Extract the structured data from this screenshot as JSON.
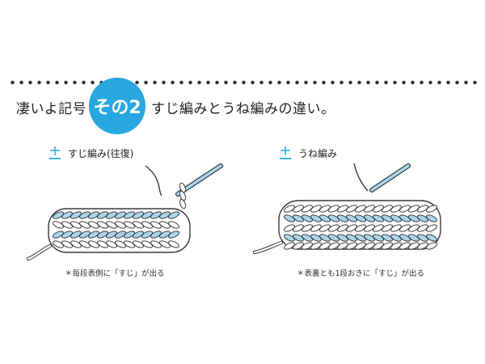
{
  "header": {
    "title_left": "凄いよ記号",
    "badge": "その2",
    "title_right": "すじ編みとうね編みの違い。"
  },
  "left_panel": {
    "label": "すじ編み(往復)",
    "caption": "＊毎段表側に「すじ」が出る",
    "symbol_icon": "suji-stitch-symbol"
  },
  "right_panel": {
    "label": "うね編み",
    "caption": "＊表裏とも1段おきに「すじ」が出る",
    "symbol_icon": "une-stitch-symbol"
  },
  "colors": {
    "accent": "#29a8e0",
    "yarn_light": "#a9d6ee",
    "yarn_white": "#ffffff",
    "outline": "#3a3a3a"
  }
}
